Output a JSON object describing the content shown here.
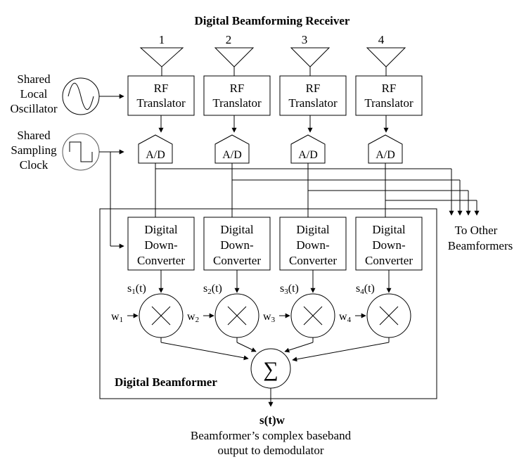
{
  "title": "Digital Beamforming Receiver",
  "antennas": [
    "1",
    "2",
    "3",
    "4"
  ],
  "local_oscillator": {
    "line1": "Shared",
    "line2": "Local",
    "line3": "Oscillator"
  },
  "sampling_clock": {
    "line1": "Shared",
    "line2": "Sampling",
    "line3": "Clock"
  },
  "rf_translator": {
    "line1": "RF",
    "line2": "Translator"
  },
  "adc_label": "A/D",
  "ddc": {
    "line1": "Digital",
    "line2": "Down-",
    "line3": "Converter"
  },
  "signals": [
    {
      "base": "s",
      "sub": "1",
      "tail": "(t)"
    },
    {
      "base": "s",
      "sub": "2",
      "tail": "(t)"
    },
    {
      "base": "s",
      "sub": "3",
      "tail": "(t)"
    },
    {
      "base": "s",
      "sub": "4",
      "tail": "(t)"
    }
  ],
  "weights": [
    {
      "base": "w",
      "sub": "1"
    },
    {
      "base": "w",
      "sub": "2"
    },
    {
      "base": "w",
      "sub": "3"
    },
    {
      "base": "w",
      "sub": "4"
    }
  ],
  "other_beamformers": {
    "line1": "To Other",
    "line2": "Beamformers"
  },
  "beamformer_label": "Digital Beamformer",
  "summer_symbol": "∑",
  "output": {
    "label": "s(t)w",
    "line1": "Beamformer’s complex baseband",
    "line2": "output  to demodulator"
  }
}
